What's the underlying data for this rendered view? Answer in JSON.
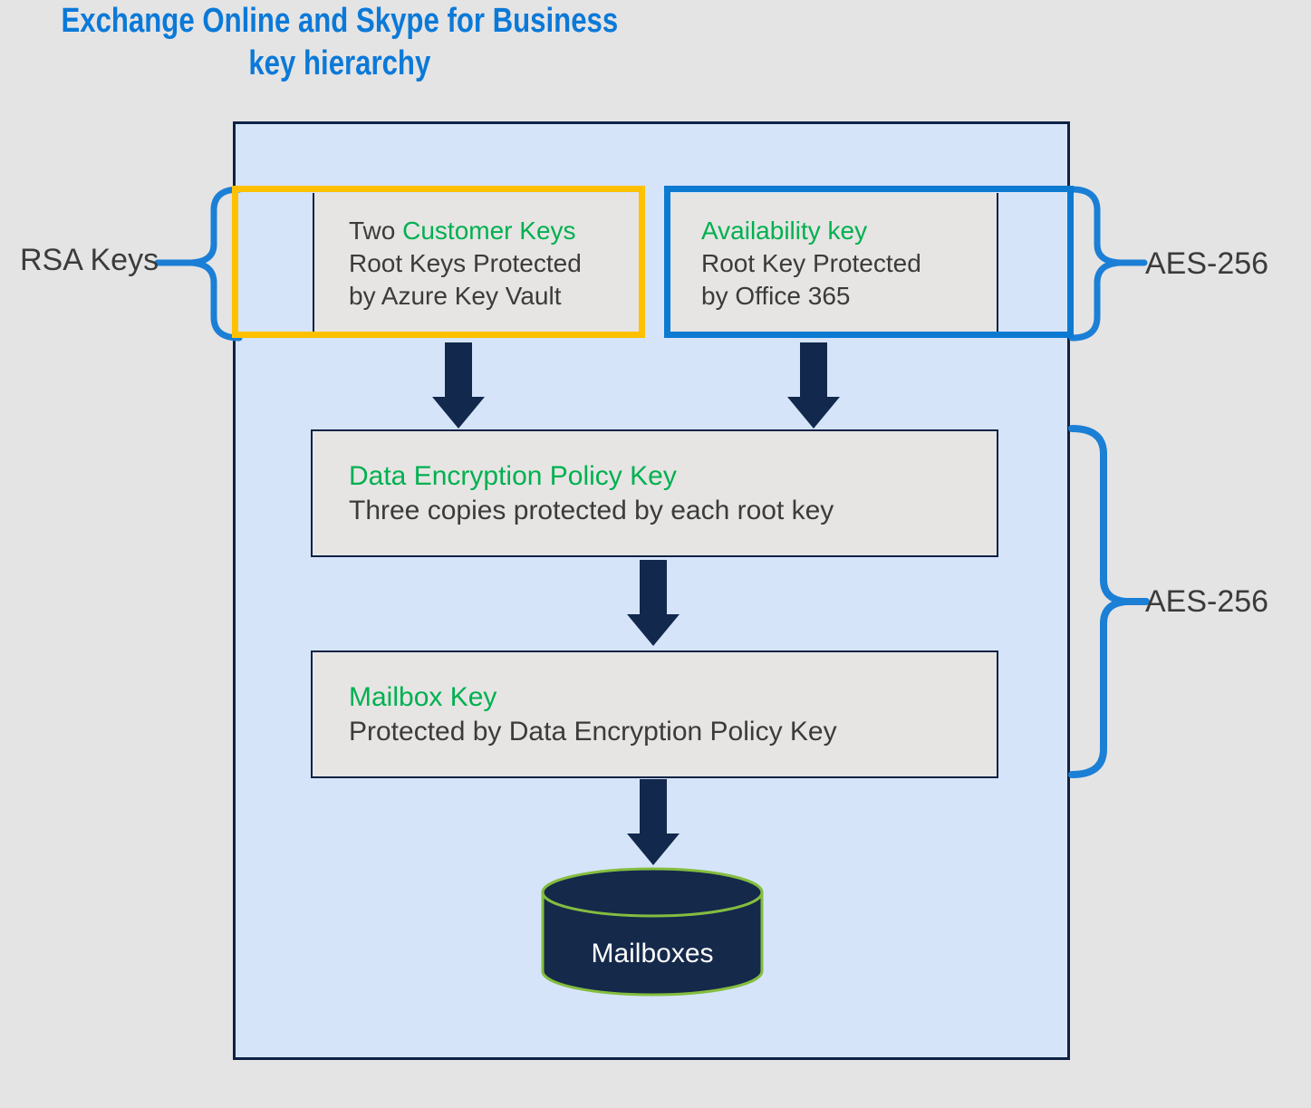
{
  "title": {
    "line1": "Exchange Online and Skype for Business",
    "line2": "key hierarchy"
  },
  "side_labels": {
    "rsa_keys": "RSA Keys",
    "aes_256_root": "AES-256",
    "aes_256_data": "AES-256"
  },
  "boxes": {
    "customer_keys": {
      "prefix": "Two ",
      "highlight": "Customer Keys",
      "line2": "Root Keys Protected",
      "line3": "by Azure Key Vault"
    },
    "availability_key": {
      "heading": "Availability key",
      "line2": "Root Key Protected",
      "line3": "by Office 365"
    },
    "data_encryption_policy_key": {
      "heading": "Data Encryption Policy Key",
      "line2": "Three copies protected by each root key"
    },
    "mailbox_key": {
      "heading": "Mailbox Key",
      "line2": "Protected by Data Encryption Policy Key"
    },
    "mailboxes_cylinder": {
      "label": "Mailboxes"
    }
  },
  "colors": {
    "page_bg": "#e5e4e4",
    "container_fill": "#d6e4fa",
    "container_border": "#0e2245",
    "box_fill": "#e6e5e3",
    "box_border": "#0e2245",
    "orange_highlight": "#ffc000",
    "blue_highlight": "#0d7ad1",
    "brace_blue": "#1b7fd6",
    "title_blue": "#0b79d8",
    "green_text": "#00b050",
    "dark_text": "#3b3b3b",
    "arrow_navy": "#12294d",
    "cylinder_fill": "#15294b",
    "cylinder_stroke": "#84bd3f",
    "cylinder_text": "#ffffff"
  }
}
